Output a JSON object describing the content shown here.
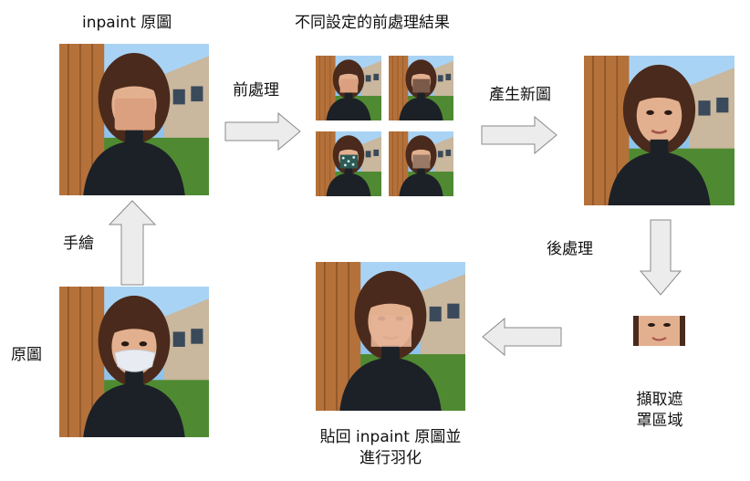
{
  "labels": {
    "inpaint_original": "inpaint 原圖",
    "preprocess_results": "不同設定的前處理結果",
    "preprocess": "前處理",
    "generate_new": "產生新圖",
    "hand_draw": "手繪",
    "postprocess": "後處理",
    "original": "原圖",
    "extract_mask_line1": "擷取遮",
    "extract_mask_line2": "罩區域",
    "paste_back_line1": "貼回 inpaint 原圖並",
    "paste_back_line2": "進行羽化"
  },
  "colors": {
    "arrow_fill": "#ececec",
    "arrow_stroke": "#8a8a8a",
    "wall": "#b5713a",
    "sky": "#8fc3ee",
    "grass": "#4f8a32",
    "hair": "#4a2a1c",
    "skin": "#e3b08f",
    "sweater": "#1c2127"
  }
}
